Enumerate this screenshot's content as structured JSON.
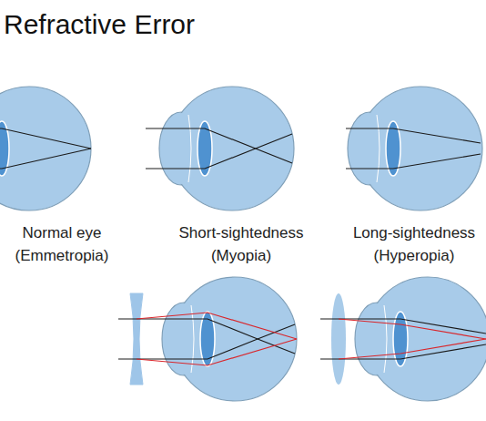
{
  "diagram": {
    "title": "Refractive Error",
    "labels": [
      "Normal eye (Emmetropia)",
      "Short-sightedness (Myopia)",
      "Long-sightedness (Hyperopia)"
    ]
  }
}
